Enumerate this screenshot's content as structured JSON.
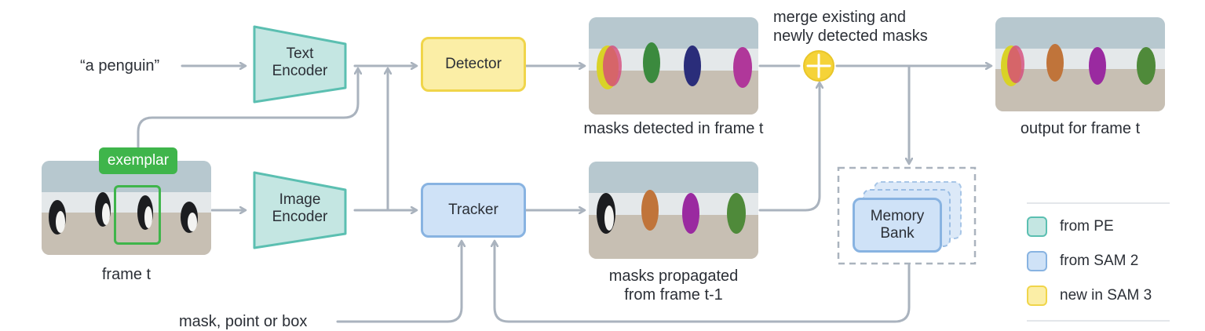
{
  "inputs": {
    "text_prompt": "“a penguin”",
    "visual_prompt": "mask, point or box",
    "frame_label": "frame t",
    "exemplar_label": "exemplar"
  },
  "modules": {
    "text_encoder": [
      "Text",
      "Encoder"
    ],
    "image_encoder": [
      "Image",
      "Encoder"
    ],
    "detector": "Detector",
    "tracker": "Tracker",
    "memory_bank": [
      "Memory",
      "Bank"
    ]
  },
  "captions": {
    "detected": "masks detected in frame t",
    "propagated": [
      "masks propagated",
      "from frame t-1"
    ],
    "merge": [
      "merge existing and",
      "newly detected masks"
    ],
    "output": "output for frame t"
  },
  "legend": [
    {
      "label": "from PE",
      "fill": "#c4e6e2",
      "border": "#5bbfb1"
    },
    {
      "label": "from SAM 2",
      "fill": "#cfe2f7",
      "border": "#88b3e1"
    },
    {
      "label": "new in SAM 3",
      "fill": "#fbeea6",
      "border": "#f0d54a"
    }
  ],
  "colors": {
    "arrow": "#aab3be",
    "encoder_fill": "#c4e6e2",
    "encoder_border": "#5bbfb1",
    "exemplar_green": "#3fb54b",
    "merge_yellow": "#f5d338"
  }
}
